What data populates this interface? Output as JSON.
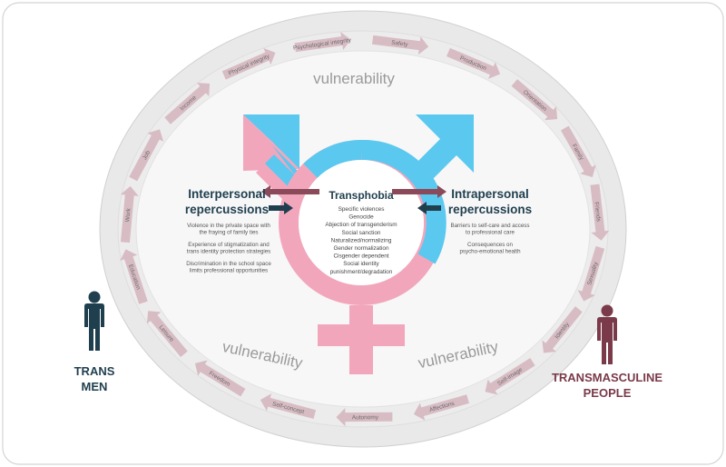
{
  "colors": {
    "blue": "#5bc8f0",
    "pink": "#f2a6bc",
    "dark_teal": "#1f3f4f",
    "maroon": "#7a3a4a",
    "ring_arrow": "#d8bcc4",
    "background_ellipse": "#e6e6e6",
    "inner_ellipse": "#f7f7f7"
  },
  "ring_labels": [
    "Psychological integrity",
    "Safety",
    "Production",
    "Orientation",
    "Family",
    "Friends",
    "Sexuality",
    "Identity",
    "Self-image",
    "Affections",
    "Autonomy",
    "Self-concept",
    "Freedom",
    "Leisure",
    "Education",
    "Work",
    "Job",
    "Income",
    "Physical integrity"
  ],
  "vulnerability_label": "vulnerability",
  "center": {
    "title": "Transphobia",
    "items": [
      "Specific violences",
      "Genocide",
      "Abjection of transgenderism",
      "Social sanction",
      "Naturalized/normalizing",
      "Gender normalization",
      "Cisgender dependent",
      "Social identity",
      "punishment/degradation"
    ]
  },
  "interpersonal": {
    "title_line1": "Interpersonal",
    "title_line2": "repercussions",
    "items": [
      [
        "Violence in the private space with",
        "the fraying of family ties"
      ],
      [
        "Experience of stigmatization and",
        "trans identity protection strategies"
      ],
      [
        "Discrimination in the school space",
        "limits professional opportunities"
      ]
    ]
  },
  "intrapersonal": {
    "title_line1": "Intrapersonal",
    "title_line2": "repercussions",
    "items": [
      [
        "Barriers to self-care and access",
        "to professional care"
      ],
      [
        "Consequences on",
        "psycho-emotional health"
      ]
    ]
  },
  "left_person": {
    "line1": "TRANS",
    "line2": "MEN",
    "icon": "person-icon",
    "color": "#1f3f4f"
  },
  "right_person": {
    "line1": "TRANSMASCULINE",
    "line2": "PEOPLE",
    "icon": "person-icon",
    "color": "#7a3a4a"
  }
}
